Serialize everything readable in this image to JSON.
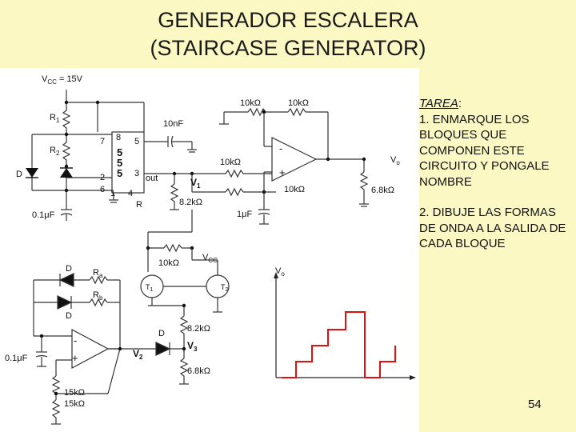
{
  "slide": {
    "title_line1": "GENERADOR ESCALERA",
    "title_line2": "(STAIRCASE GENERATOR)",
    "task_label": "TAREA",
    "task_colon": ":",
    "task_item1": "1. ENMARQUE LOS BLOQUES QUE COMPONEN ESTE CIRCUITO Y PONGALE NOMBRE",
    "task_item2": "2. DIBUJE LAS FORMAS DE ONDA A LA SALIDA DE CADA BLOQUE",
    "page_number": "54"
  },
  "circuit": {
    "vcc_main": "V",
    "vcc_main_sub": "CC",
    "vcc_main_value": " = 15V",
    "r1": "R",
    "r1_sub": "1",
    "r2": "R",
    "r2_sub": "2",
    "r_timer": "R",
    "diode": "D",
    "cap_timer": "0.1μF",
    "cap_10n": "10nF",
    "pin7": "7",
    "pin8": "8",
    "pin5": "5",
    "pin2": "2",
    "pin6": "6",
    "pin1": "1",
    "pin4": "4",
    "pin3": "3",
    "ic_label": [
      "5",
      "5",
      "5"
    ],
    "out_label": "out",
    "v1_label": "V",
    "v1_sub": "1",
    "r_8k2_top": "8.2kΩ",
    "r_10k_in": "10kΩ",
    "r_10k_fb1": "10kΩ",
    "r_10k_fb2": "10kΩ",
    "r_10k_ni": "10kΩ",
    "cap_1u": "1μF",
    "vo_label": "V",
    "vo_sub": "o",
    "r_6k8_out": "6.8kΩ",
    "r_10k_t": "10kΩ",
    "vcc_t": "V",
    "vcc_t_sub": "CC",
    "ra": "R",
    "ra_sub": "a",
    "rb": "R",
    "rb_sub": "b",
    "d_top": "D",
    "d_mid": "D",
    "d_v3": "D",
    "t1": "T",
    "t1_sub": "1",
    "t2": "T",
    "t2_sub": "2",
    "v2_label": "V",
    "v2_sub": "2",
    "v3_label": "V",
    "v3_sub": "3",
    "r_8k2_bot": "8.2kΩ",
    "r_6k8_bot": "6.8kΩ",
    "cap_osc": "0.1μF",
    "r_15k_a": "15kΩ",
    "r_15k_b": "15kΩ"
  },
  "waveform": {
    "axis_label": "V",
    "axis_sub": "o",
    "trace_color": "#e01010"
  }
}
